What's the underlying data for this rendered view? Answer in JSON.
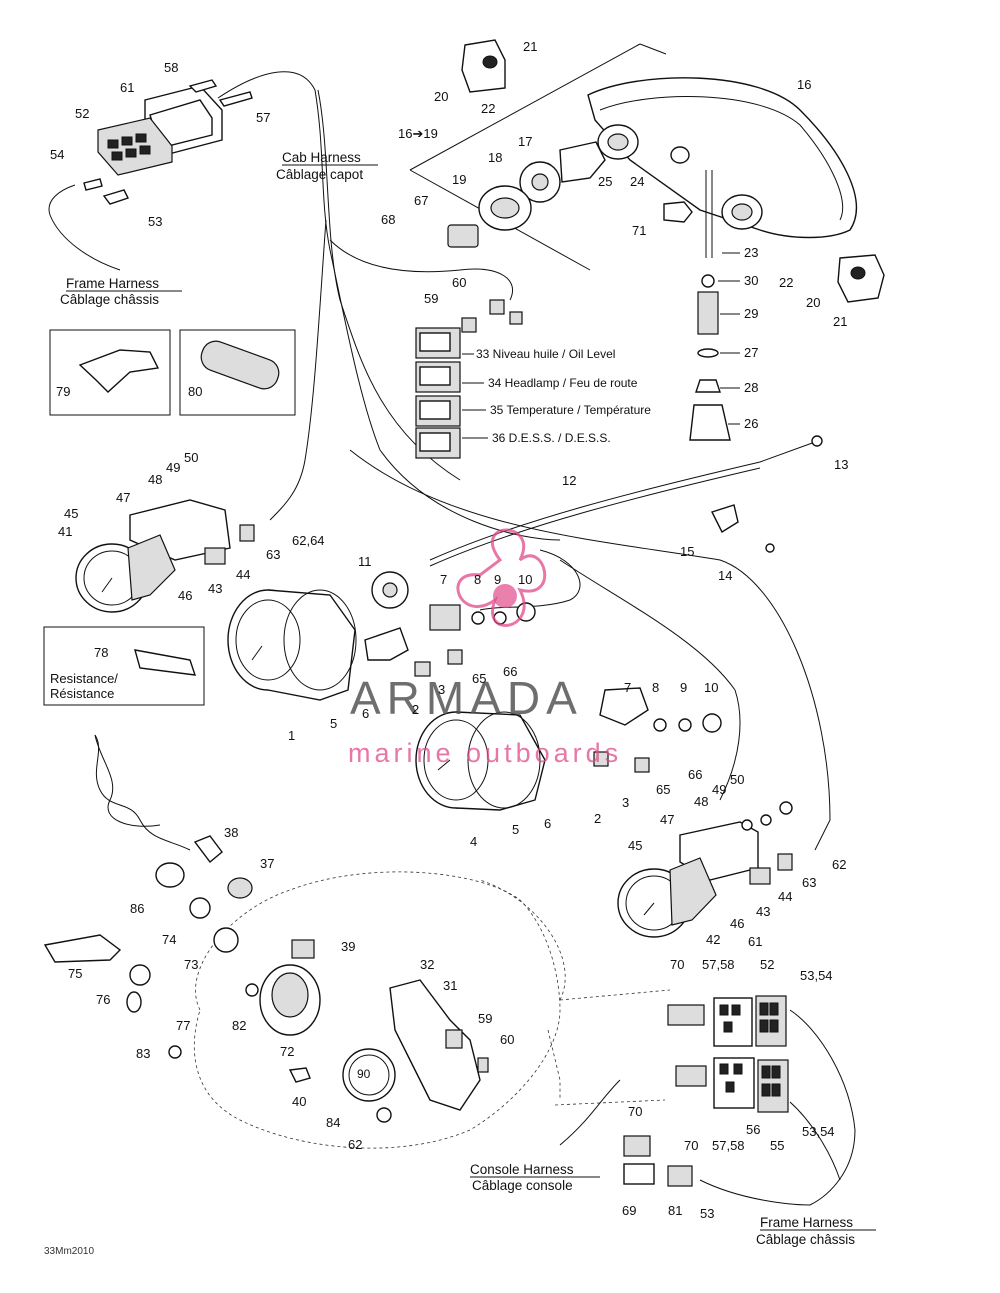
{
  "callouts": {
    "c58_top": "58",
    "c61_top": "61",
    "c52_top": "52",
    "c57_top": "57",
    "c54_top": "54",
    "c53_top": "53",
    "c21_a": "21",
    "c20_a": "20",
    "c22_a": "22",
    "c16": "16",
    "c16_19": "16➔19",
    "c17": "17",
    "c18": "18",
    "c19": "19",
    "c25": "25",
    "c24": "24",
    "c67": "67",
    "c68": "68",
    "c71": "71",
    "c23": "23",
    "c30": "30",
    "c29": "29",
    "c27": "27",
    "c28": "28",
    "c26": "26",
    "c22_b": "22",
    "c20_b": "20",
    "c21_b": "21",
    "c60_a": "60",
    "c59_a": "59",
    "c79": "79",
    "c80": "80",
    "c50_a": "50",
    "c49_a": "49",
    "c48_a": "48",
    "c47_a": "47",
    "c45_a": "45",
    "c41": "41",
    "c62_64": "62,64",
    "c63_a": "63",
    "c44_a": "44",
    "c43_a": "43",
    "c46_a": "46",
    "c12": "12",
    "c13": "13",
    "c15": "15",
    "c14": "14",
    "c11": "11",
    "c7_a": "7",
    "c8_a": "8",
    "c9_a": "9",
    "c10_a": "10",
    "c78": "78",
    "c66_a": "66",
    "c65_a": "65",
    "c3_a": "3",
    "c2_a": "2",
    "c6_a": "6",
    "c5_a": "5",
    "c1": "1",
    "c7_b": "7",
    "c8_b": "8",
    "c9_b": "9",
    "c10_b": "10",
    "c66_b": "66",
    "c65_b": "65",
    "c3_b": "3",
    "c2_b": "2",
    "c6_b": "6",
    "c5_b": "5",
    "c4": "4",
    "c50_b": "50",
    "c49_b": "49",
    "c48_b": "48",
    "c47_b": "47",
    "c45_b": "45",
    "c62_b": "62",
    "c63_b": "63",
    "c44_b": "44",
    "c43_b": "43",
    "c46_b": "46",
    "c42": "42",
    "c38": "38",
    "c37": "37",
    "c86": "86",
    "c74": "74",
    "c73": "73",
    "c39": "39",
    "c75": "75",
    "c76": "76",
    "c77": "77",
    "c82": "82",
    "c72": "72",
    "c83": "83",
    "c40": "40",
    "c32": "32",
    "c31": "31",
    "c59_b": "59",
    "c60_b": "60",
    "c84": "84",
    "c62_c": "62",
    "c70_a": "70",
    "c61_b": "61",
    "c57_58_a": "57,58",
    "c52_b": "52",
    "c53_54_a": "53,54",
    "c70_b": "70",
    "c70_c": "70",
    "c57_58_b": "57,58",
    "c56": "56",
    "c55": "55",
    "c53_54_b": "53,54",
    "c69": "69",
    "c81": "81",
    "c53_b": "53"
  },
  "labels": {
    "cab_harness_en": "Cab Harness",
    "cab_harness_fr": "Câblage capot",
    "frame_harness_en_top": "Frame Harness",
    "frame_harness_fr_top": "Câblage châssis",
    "frame_harness_en_bottom": "Frame Harness",
    "frame_harness_fr_bottom": "Câblage châssis",
    "console_harness_en": "Console Harness",
    "console_harness_fr": "Câblage console",
    "resistance_en": "Resistance/",
    "resistance_fr": "Résistance",
    "lamp33": "33 Niveau huile / Oil Level",
    "lamp34": "34 Headlamp / Feu de route",
    "lamp35": "35 Temperature / Température",
    "lamp36": "36 D.E.S.S. / D.E.S.S.",
    "gauge_readout": "90",
    "figure_code": "33Mm2010"
  },
  "watermark": {
    "brand": "ARMADA",
    "tagline": "marine outboards",
    "colors": {
      "brand_text": "#555555",
      "tagline_text": "#e04a8a",
      "logo_accent": "#e04a8a"
    }
  }
}
